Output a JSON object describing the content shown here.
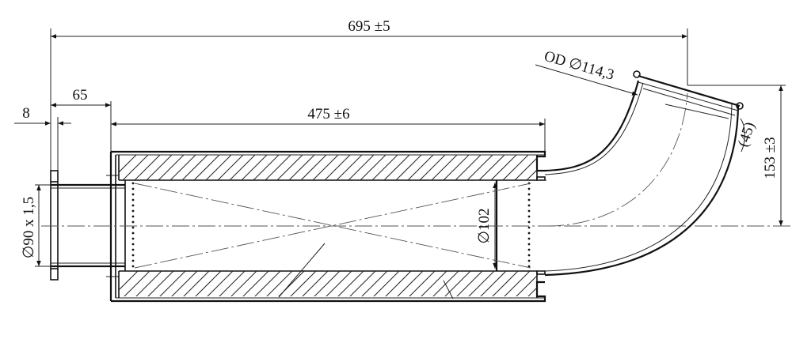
{
  "dimensions": {
    "overall_length": "695 ±5",
    "inlet_length": "65",
    "flange_thickness": "8",
    "body_length": "475 ±6",
    "outlet_od": "OD ∅114,3",
    "outlet_angle": "(45)",
    "outlet_height": "153 ±3",
    "inlet_pipe": "∅90 x 1,5",
    "inner_diameter": "∅102"
  },
  "colors": {
    "line": "#111111",
    "background": "#ffffff"
  }
}
